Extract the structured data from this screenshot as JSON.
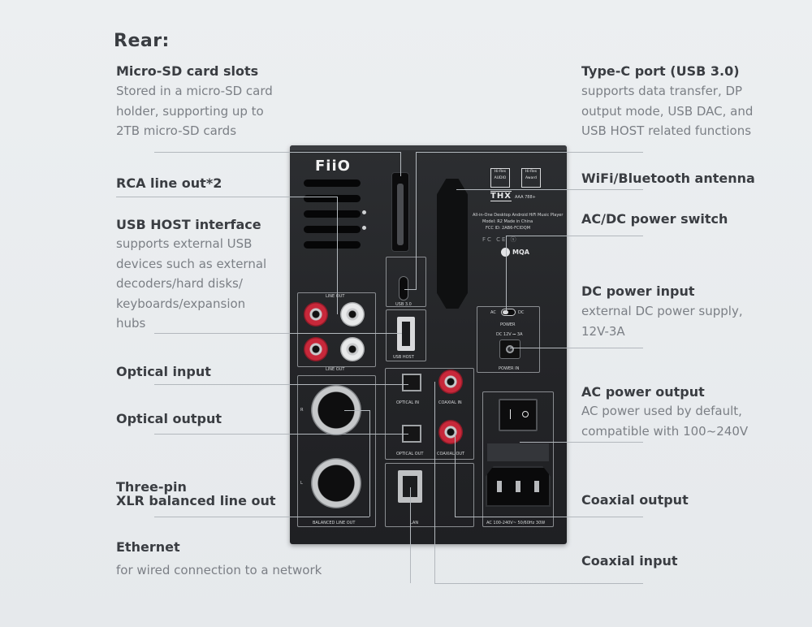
{
  "heading": "Rear:",
  "labels": {
    "microsd_title": "Micro-SD card slots",
    "microsd_desc": "Stored in a micro-SD card\nholder, supporting up to\n2TB micro-SD cards",
    "rca_title": "RCA line out*2",
    "usbhost_title": "USB HOST interface",
    "usbhost_desc": "supports external USB\ndevices such as external\ndecoders/hard disks/\nkeyboards/expansion\nhubs",
    "optical_in_title": "Optical input",
    "optical_out_title": "Optical output",
    "xlr_title_1": "Three-pin",
    "xlr_title_2": "XLR balanced line out",
    "ethernet_title": "Ethernet",
    "ethernet_desc": "for wired connection to a network",
    "typec_title": "Type-C port (USB 3.0)",
    "typec_desc": "supports data transfer, DP\noutput mode, USB DAC, and\n USB HOST related functions",
    "wifi_title": "WiFi/Bluetooth antenna",
    "acdc_title": "AC/DC power switch",
    "dcin_title": "DC power input",
    "dcin_desc": "external DC power supply,\n12V-3A",
    "acout_title": "AC power output",
    "acout_desc": "AC power used by default,\ncompatible with 100~240V",
    "coax_out_title": "Coaxial output",
    "coax_in_title": "Coaxial input"
  },
  "device": {
    "logo": "FiiO",
    "line_out_label_top": "LINE OUT",
    "line_out_label_bottom": "LINE OUT",
    "usb30_label": "USB 3.0",
    "usb_host_label": "USB HOST",
    "optical_in_label": "OPTICAL IN",
    "coaxial_in_label": "COAXIAL IN",
    "optical_out_label": "OPTICAL OUT",
    "coaxial_out_label": "COAXIAL OUT",
    "balanced_label": "BALANCED   LINE OUT",
    "lan_label": "LAN",
    "power_label": "POWER",
    "ac_label": "AC",
    "dc_label": "DC",
    "dc_spec": "DC 12V ⎓ 3A",
    "power_in_label": "POWER IN",
    "ac_spec": "AC 100-240V~ 50/60Hz 30W",
    "hires_1": "Hi-Res AUDIO",
    "hires_2": "Hi-Res Award",
    "thx": "THX",
    "thx_model": "AAA 788+",
    "spec_line_1": "All-in-One Desktop Android HiFi Music Player",
    "spec_line_2": "Model: R2   Made in China",
    "spec_line_3": "FCC ID: 2AB6-FCIDQM",
    "mqa": "MQA",
    "side_r": "R",
    "side_l": "L"
  }
}
